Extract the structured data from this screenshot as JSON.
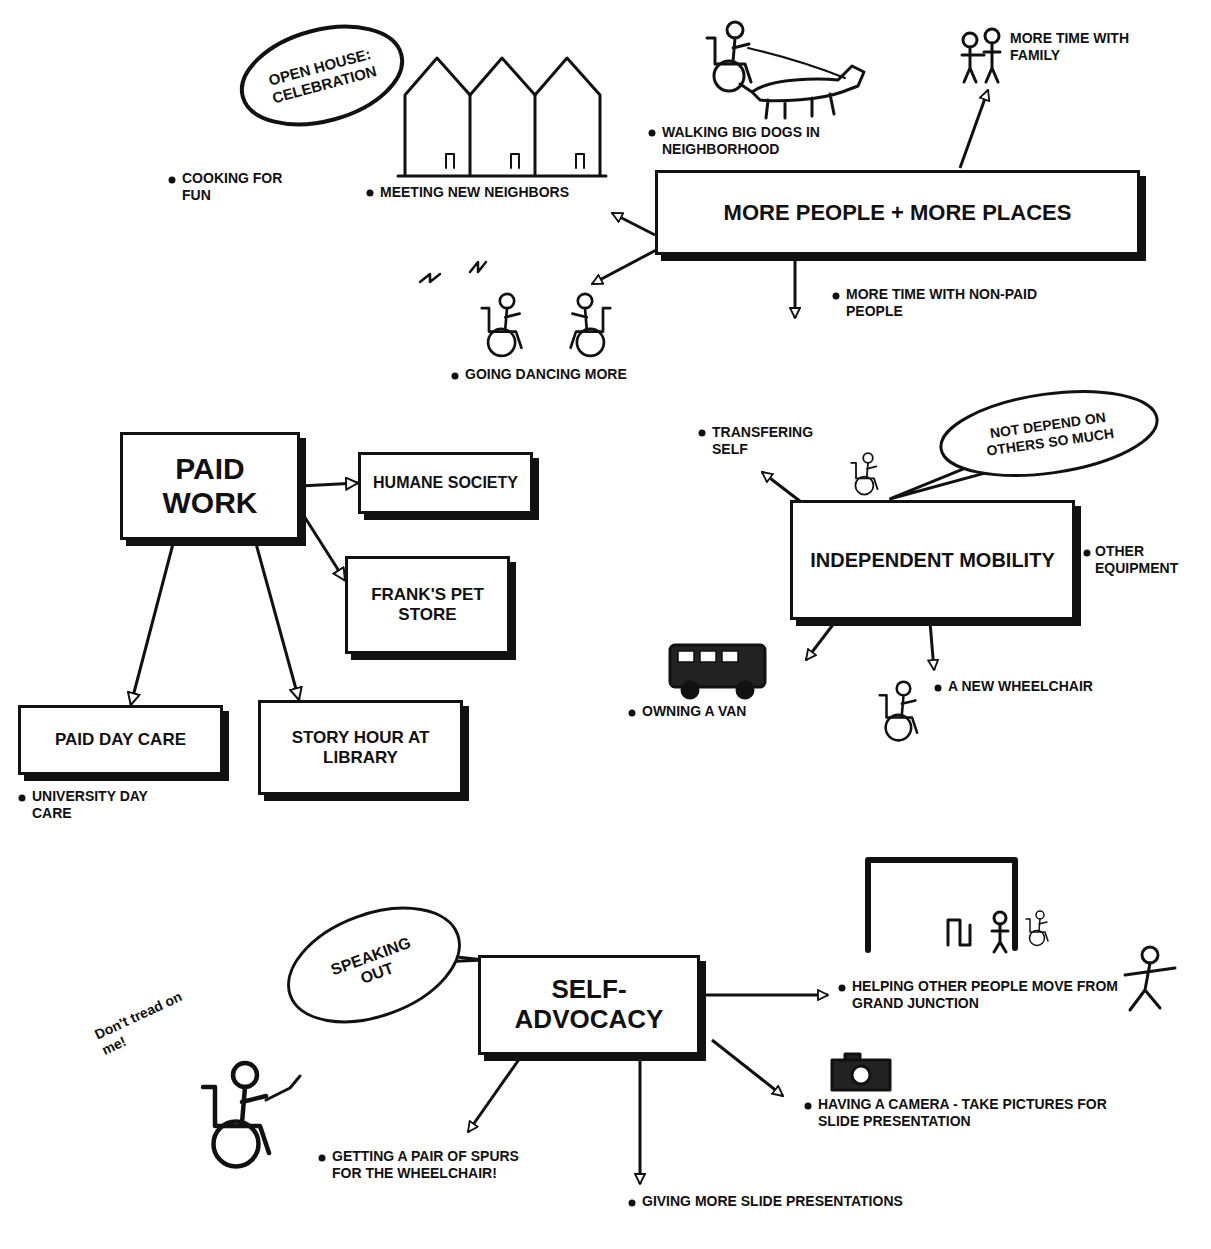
{
  "diagram": {
    "nodes": [
      {
        "text": [
          "OPEN HOUSE: CELEBRATION"
        ]
      },
      {
        "text": [
          "MORE PEOPLE + MORE PLACES"
        ]
      },
      {
        "text": [
          "PAID WORK"
        ]
      },
      {
        "text": [
          "HUMANE SOCIETY"
        ]
      },
      {
        "text": [
          "NOT DEPEND ON OTHERS SO MUCH"
        ]
      },
      {
        "text": [
          "FRANK'S PET STORE"
        ]
      },
      {
        "text": [
          "INDEPENDENT MOBILITY"
        ]
      },
      {
        "text": [
          "PAID DAY CARE"
        ]
      },
      {
        "text": [
          "STORY HOUR AT LIBRARY"
        ]
      },
      {
        "text": [
          "SPEAKING OUT"
        ]
      },
      {
        "text": [
          "SELF-ADVOCACY"
        ]
      }
    ],
    "edges": [
      {
        "from": 2,
        "to": 3,
        "arrow": "to"
      },
      {
        "from": 2,
        "to": 5,
        "arrow": "to"
      },
      {
        "from": 2,
        "to": 7,
        "arrow": "to"
      },
      {
        "from": 2,
        "to": 8,
        "arrow": "to"
      }
    ],
    "labels": [
      "COOKING FOR FUN",
      "MEETING NEW NEIGHBORS",
      "WALKING BIG DOGS IN NEIGHBORHOOD",
      "MORE TIME WITH FAMILY",
      "MORE TIME WITH NON-PAID PEOPLE",
      "GOING DANCING MORE",
      "UNIVERSITY DAY CARE",
      "TRANSFERING SELF",
      "OTHER EQUIPMENT",
      "OWNING A VAN",
      "A NEW WHEELCHAIR",
      "HELPING OTHER PEOPLE MOVE FROM GRAND JUNCTION",
      "HAVING A CAMERA - TAKE PICTURES FOR SLIDE PRESENTATION",
      "GETTING A PAIR OF SPURS FOR THE WHEELCHAIR!",
      "GIVING MORE SLIDE PRESENTATIONS",
      "Don't tread on me!"
    ]
  }
}
